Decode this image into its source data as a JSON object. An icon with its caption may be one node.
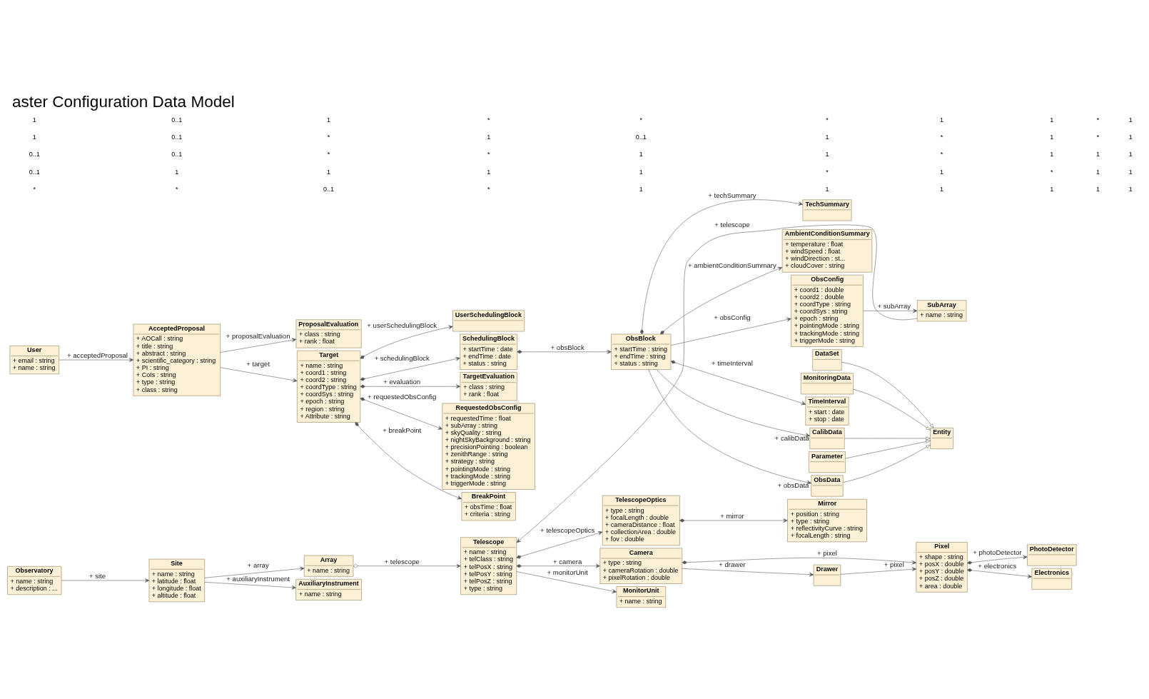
{
  "diagram": {
    "title": "aster Configuration Data Model",
    "nodes": [
      {
        "text": [
          "User",
          "+ email : string",
          "+ name : string"
        ]
      },
      {
        "text": [
          "AcceptedProposal",
          "+ AOCall : string",
          "+ title : string",
          "+ abstract : string",
          "+ scientific_category : string",
          "+ PI : string",
          "+ CoIs : string",
          "+ type : string",
          "+ class : string"
        ]
      },
      {
        "text": [
          "ProposalEvaluation",
          "+ class : string",
          "+ rank : float"
        ]
      },
      {
        "text": [
          "Target",
          "+ name : string",
          "+ coord1 : string",
          "+ coord2 : string",
          "+ coordType : string",
          "+ coordSys : string",
          "+ epoch : string",
          "+ region : string",
          "+ Attribute : string"
        ]
      },
      {
        "text": [
          "SchedulingBlock",
          "+ startTime : date",
          "+ endTime : date",
          "+ status : string"
        ]
      },
      {
        "text": [
          "TargetEvaluation",
          "+ class : string",
          "+ rank : float"
        ]
      },
      {
        "text": [
          "RequestedObsConfig",
          "+ requestedTime : float",
          "+ subArray : string",
          "+ skyQuality : string",
          "+ nightSkyBackground : string",
          "+ precisionPointing : boolean",
          "+ zenithRange : string",
          "+ strategy : string",
          "+ pointingMode : string",
          "+ trackingMode : string",
          "+ triggerMode : string"
        ]
      },
      {
        "text": [
          "BreakPoint",
          "+ obsTime : float",
          "+ criteria : string"
        ]
      },
      {
        "text": [
          "UserSchedulingBlock"
        ]
      },
      {
        "text": [
          "ObsConfig",
          "+ coord1 : double",
          "+ coord2 : double",
          "+ coordType : string",
          "+ coordSys : string",
          "+ epoch : string",
          "+ pointingMode : string",
          "+ trackingMode : string",
          "+ triggerMode : string"
        ]
      },
      {
        "text": [
          "SubArray",
          "+ name : string"
        ]
      },
      {
        "text": [
          "ObsBlock",
          "+ startTime : string",
          "+ endTime : string",
          "+ status : string"
        ]
      },
      {
        "text": [
          "TimeInterval",
          "+ start : date",
          "+ stop : date"
        ]
      },
      {
        "text": [
          "TechSummary"
        ]
      },
      {
        "text": [
          "AmbientConditionSummary",
          "+ temperature : float",
          "+ windSpeed : float",
          "+ windDirection : st...",
          "+ cloudCover : string"
        ]
      },
      {
        "text": [
          "MonitoringData"
        ]
      },
      {
        "text": [
          "CalibData"
        ]
      },
      {
        "text": [
          "ObsData"
        ]
      },
      {
        "text": [
          "Parameter"
        ]
      },
      {
        "text": [
          "DataSet"
        ]
      },
      {
        "text": [
          "Entity"
        ]
      },
      {
        "text": [
          "Observatory",
          "+ name : string",
          "+ description : ..."
        ]
      },
      {
        "text": [
          "Site",
          "+ name : string",
          "+ latitude : float",
          "+ longitude : float",
          "+ altitude : float"
        ]
      },
      {
        "text": [
          "AuxiliaryInstrument",
          "+ name : string"
        ]
      },
      {
        "text": [
          "Array",
          "+ name : string"
        ]
      },
      {
        "text": [
          "Telescope",
          "+ name : string",
          "+ telClass : string",
          "+ telPosX : string",
          "+ telPosY : string",
          "+ telPosZ : string",
          "+ type : string"
        ]
      },
      {
        "text": [
          "MonitorUnit",
          "+ name : string"
        ]
      },
      {
        "text": [
          "TelescopeOptics",
          "+ type : string",
          "+ focalLength : double",
          "+ cameraDistance : float",
          "+ collectionArea : double",
          "+ fov : double"
        ]
      },
      {
        "text": [
          "Camera",
          "+ type : string",
          "+ cameraRotation : double",
          "+ pixelRotation : double"
        ]
      },
      {
        "text": [
          "Drawer"
        ]
      },
      {
        "text": [
          "Mirror",
          "+ position : string",
          "+ type : string",
          "+ reflectivityCurve : string",
          "+ focalLength : string"
        ]
      },
      {
        "text": [
          "Pixel",
          "+ shape : string",
          "+ posX : double",
          "+ posY : double",
          "+ posZ : double",
          "+ area : double"
        ]
      },
      {
        "text": [
          "PhotoDetector"
        ]
      },
      {
        "text": [
          "Electronics"
        ]
      }
    ],
    "edges": [
      {
        "from": 0,
        "to": 1,
        "arrow": "to",
        "label": "+ acceptedProposal"
      },
      {
        "from": 1,
        "to": 2,
        "arrow": "to",
        "label": "+ proposalEvaluation"
      },
      {
        "from": 1,
        "to": 3,
        "arrow": "to",
        "label": "+ target"
      },
      {
        "from": 3,
        "to": 4,
        "arrow": "to",
        "label": "+ schedulingBlock"
      },
      {
        "from": 3,
        "to": 5,
        "arrow": "to",
        "label": "+ evaluation"
      },
      {
        "from": 3,
        "to": 6,
        "arrow": "to",
        "label": "+ requestedObsConfig"
      },
      {
        "from": 3,
        "to": 7,
        "arrow": "to",
        "label": "+ breakPoint"
      },
      {
        "from": 3,
        "to": 8,
        "arrow": "to",
        "label": "+ userSchedulingBlock"
      },
      {
        "from": 4,
        "to": 11,
        "arrow": "to",
        "label": "+ obsBlock"
      },
      {
        "from": 11,
        "to": 9,
        "arrow": "to",
        "label": "+ obsConfig"
      },
      {
        "from": 9,
        "to": 10,
        "arrow": "to",
        "label": "+ subArray"
      },
      {
        "from": 10,
        "to": 25,
        "arrow": "to",
        "label": "+ telescope"
      },
      {
        "from": 11,
        "to": 12,
        "arrow": "to",
        "label": "+ timeInterval"
      },
      {
        "from": 11,
        "to": 13,
        "arrow": "to",
        "label": "+ techSummary"
      },
      {
        "from": 11,
        "to": 14,
        "arrow": "to",
        "label": "+ ambientConditionSummary"
      },
      {
        "from": 11,
        "to": 16,
        "arrow": "to",
        "label": "+ calibData"
      },
      {
        "from": 11,
        "to": 17,
        "arrow": "to",
        "label": "+ obsData"
      },
      {
        "from": 15,
        "to": 20,
        "arrow": "to"
      },
      {
        "from": 16,
        "to": 20,
        "arrow": "to"
      },
      {
        "from": 17,
        "to": 20,
        "arrow": "to"
      },
      {
        "from": 18,
        "to": 20,
        "arrow": "to"
      },
      {
        "from": 19,
        "to": 20,
        "arrow": "to"
      },
      {
        "from": 21,
        "to": 22,
        "arrow": "to",
        "label": "+ site"
      },
      {
        "from": 22,
        "to": 23,
        "arrow": "to",
        "label": "+ auxiliaryInstrument"
      },
      {
        "from": 22,
        "to": 24,
        "arrow": "to",
        "label": "+ array"
      },
      {
        "from": 24,
        "to": 25,
        "arrow": "to",
        "label": "+ telescope"
      },
      {
        "from": 25,
        "to": 26,
        "arrow": "to",
        "label": "+ monitorUnit"
      },
      {
        "from": 25,
        "to": 27,
        "arrow": "to",
        "label": "+ telescopeOptics"
      },
      {
        "from": 25,
        "to": 28,
        "arrow": "to",
        "label": "+ camera"
      },
      {
        "from": 27,
        "to": 30,
        "arrow": "to",
        "label": "+ mirror"
      },
      {
        "from": 28,
        "to": 31,
        "arrow": "to",
        "label": "+ pixel"
      },
      {
        "from": 28,
        "to": 29,
        "arrow": "to",
        "label": "+ drawer"
      },
      {
        "from": 29,
        "to": 31,
        "arrow": "to",
        "label": "+ pixel"
      },
      {
        "from": 31,
        "to": 32,
        "arrow": "to",
        "label": "+ photoDetector"
      },
      {
        "from": 31,
        "to": 33,
        "arrow": "to",
        "label": "+ electronics"
      }
    ],
    "labels": [
      "*",
      "0..1",
      "0..1",
      "1",
      "1",
      "*",
      "1",
      "0..1",
      "0..1",
      "0..1",
      "0..1",
      "1",
      "*",
      "*",
      "1",
      "*",
      "1",
      "*",
      "1",
      "*",
      "1",
      "1",
      "1",
      "0..1",
      "*",
      "1",
      "*",
      "1",
      "1",
      "*",
      "1",
      "1",
      "*",
      "*",
      "1",
      "1",
      "*",
      "1",
      "1",
      "1",
      "1",
      "1",
      "1",
      "*",
      "*",
      "1",
      "1",
      "1",
      "1",
      "1"
    ]
  }
}
